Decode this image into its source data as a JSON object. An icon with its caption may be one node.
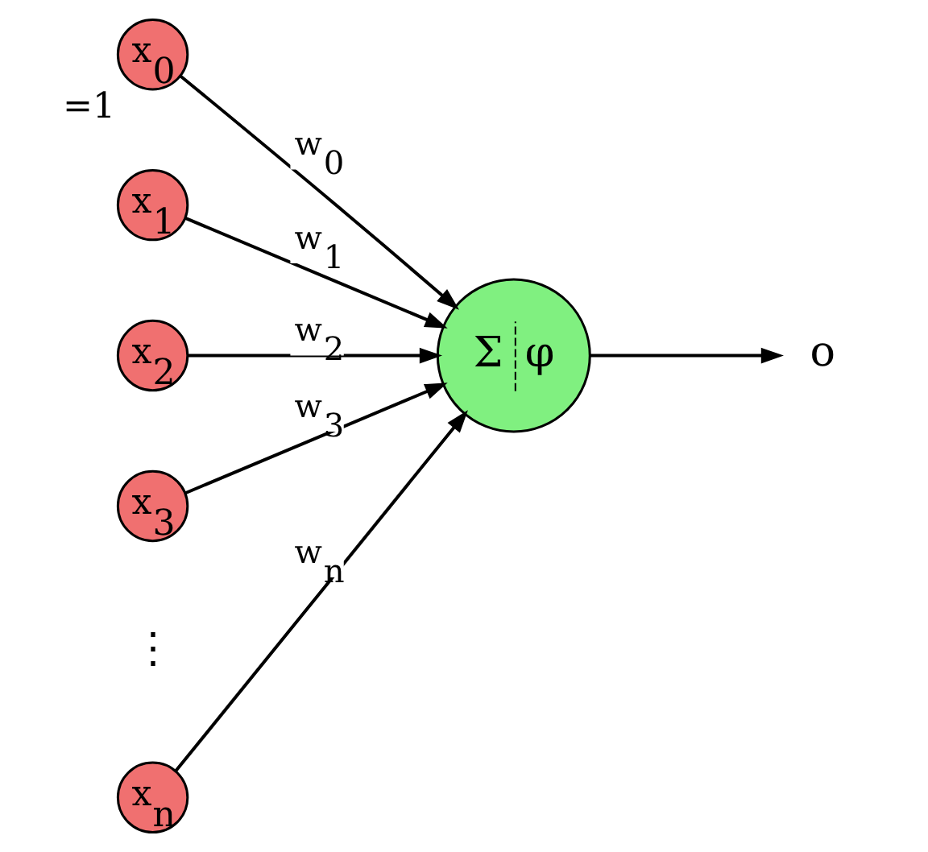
{
  "diagram": {
    "nodes": [
      {
        "text": [
          "x$_{0}$"
        ],
        "beside": [
          "=1"
        ]
      },
      {
        "text": [
          "x$_{1}$"
        ]
      },
      {
        "text": [
          "x$_{2}$"
        ]
      },
      {
        "text": [
          "x$_{3}$"
        ]
      },
      {
        "text": [
          "x$_{n}$"
        ]
      },
      {
        "text": [
          "Σ",
          "φ"
        ]
      },
      {
        "text": [
          "o"
        ]
      }
    ],
    "edges": [
      {
        "from": 0,
        "to": 5,
        "arrow": "to",
        "label": "w$_{0}$"
      },
      {
        "from": 1,
        "to": 5,
        "arrow": "to",
        "label": "w$_{1}$"
      },
      {
        "from": 2,
        "to": 5,
        "arrow": "to",
        "label": "w$_{2}$"
      },
      {
        "from": 3,
        "to": 5,
        "arrow": "to",
        "label": "w$_{3}$"
      },
      {
        "from": 4,
        "to": 5,
        "arrow": "to",
        "label": "w$_{n}$"
      },
      {
        "from": 5,
        "to": 6,
        "arrow": "to"
      }
    ],
    "labels": [
      "⋮"
    ]
  }
}
